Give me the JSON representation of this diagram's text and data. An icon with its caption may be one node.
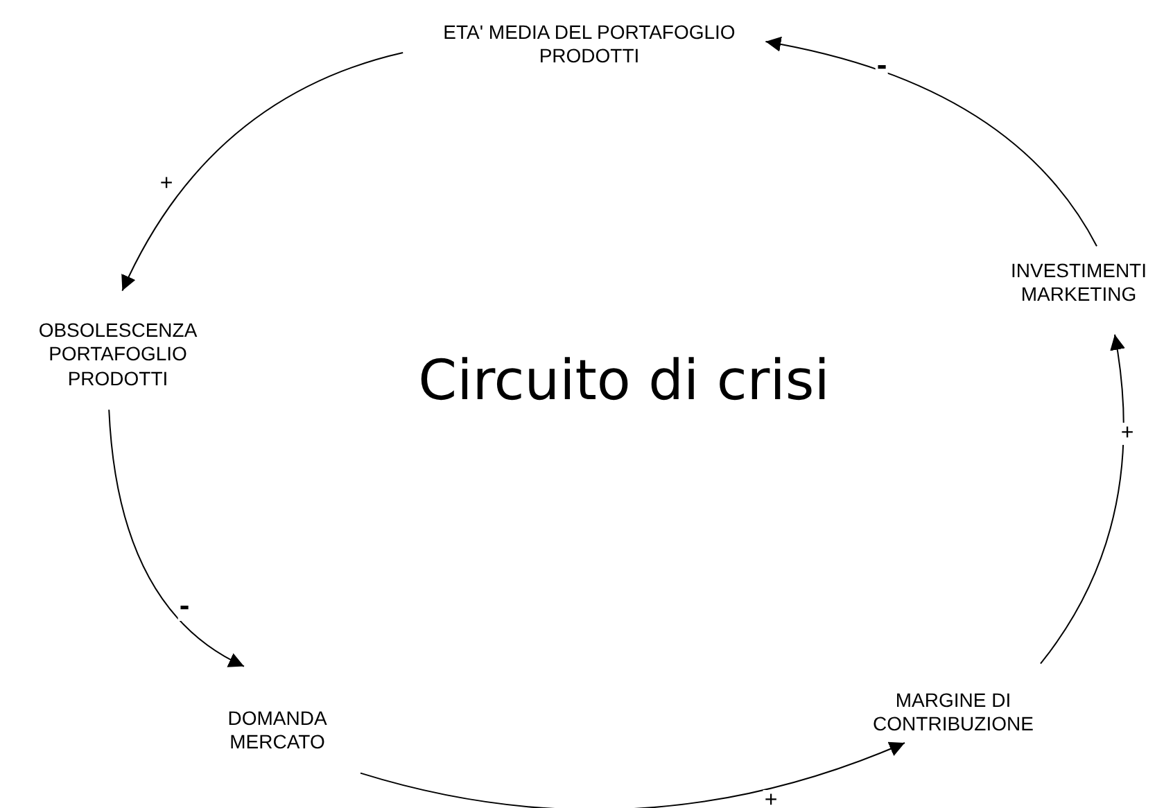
{
  "diagram": {
    "title": "Circuito di crisi",
    "nodes": [
      {
        "text": [
          "ETA' MEDIA DEL PORTAFOGLIO PRODOTTI"
        ]
      },
      {
        "text": [
          "OBSOLESCENZA PORTAFOGLIO PRODOTTI"
        ]
      },
      {
        "text": [
          "DOMANDA MERCATO"
        ]
      },
      {
        "text": [
          "MARGINE DI CONTRIBUZIONE"
        ]
      },
      {
        "text": [
          "INVESTIMENTI MARKETING"
        ]
      }
    ],
    "edges": [
      {
        "from": 0,
        "to": 1,
        "arrow": "to",
        "label": "+"
      },
      {
        "from": 1,
        "to": 2,
        "arrow": "to",
        "label": "-"
      },
      {
        "from": 2,
        "to": 3,
        "arrow": "to",
        "label": "+"
      },
      {
        "from": 3,
        "to": 4,
        "arrow": "to",
        "label": "+"
      },
      {
        "from": 4,
        "to": 0,
        "arrow": "to",
        "label": "-"
      }
    ]
  }
}
